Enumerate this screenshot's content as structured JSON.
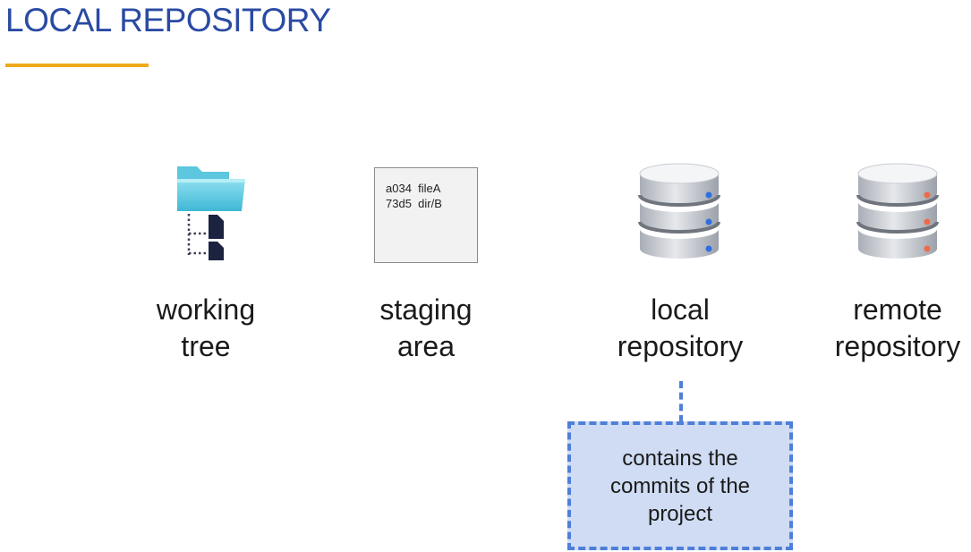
{
  "slide": {
    "title": "LOCAL REPOSITORY",
    "accent_color": "#2a4aa3",
    "rule_color": "#f0a81c"
  },
  "stages": [
    {
      "id": "working-tree",
      "icon": "folder-tree-icon",
      "label_line1": "working",
      "label_line2": "tree"
    },
    {
      "id": "staging-area",
      "icon": "index-file-icon",
      "label_line1": "staging",
      "label_line2": "area",
      "entries": [
        {
          "hash": "a034",
          "path": "fileA"
        },
        {
          "hash": "73d5",
          "path": "dir/B"
        }
      ]
    },
    {
      "id": "local-repository",
      "icon": "database-icon",
      "dot_color": "#2f6fe0",
      "label_line1": "local",
      "label_line2": "repository"
    },
    {
      "id": "remote-repository",
      "icon": "database-icon",
      "dot_color": "#f06a4a",
      "label_line1": "remote",
      "label_line2": "repository"
    }
  ],
  "callout": {
    "line1": "contains the",
    "line2": "commits of the",
    "line3": "project"
  }
}
